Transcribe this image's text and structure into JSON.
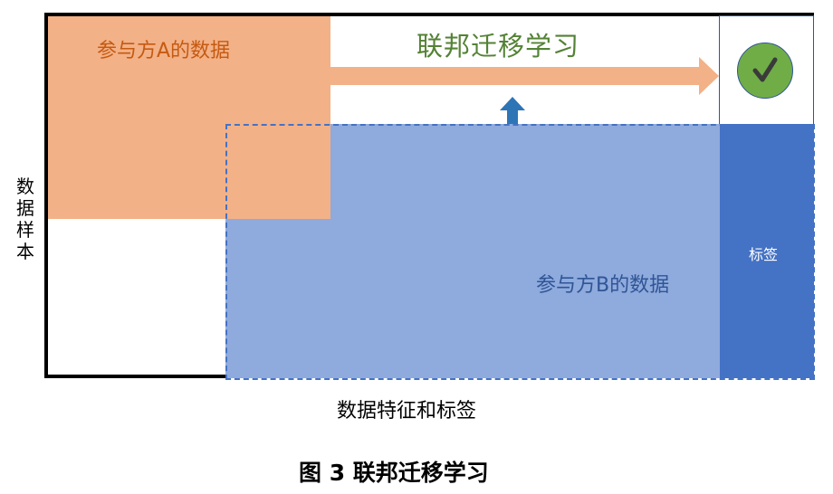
{
  "diagram": {
    "party_a_label": "参与方A的数据",
    "party_b_label": "参与方B的数据",
    "title": "联邦迁移学习",
    "label_column": "标签",
    "y_axis_label": "数据样本",
    "x_axis_label": "数据特征和标签",
    "caption": "图 3 联邦迁移学习",
    "icons": [
      "check-icon",
      "arrow-right-icon",
      "arrow-up-icon"
    ],
    "colors": {
      "party_a": "#f3b187",
      "party_b": "#8faadc",
      "label": "#4472c4",
      "check": "#70ad47",
      "title": "#548235"
    }
  }
}
